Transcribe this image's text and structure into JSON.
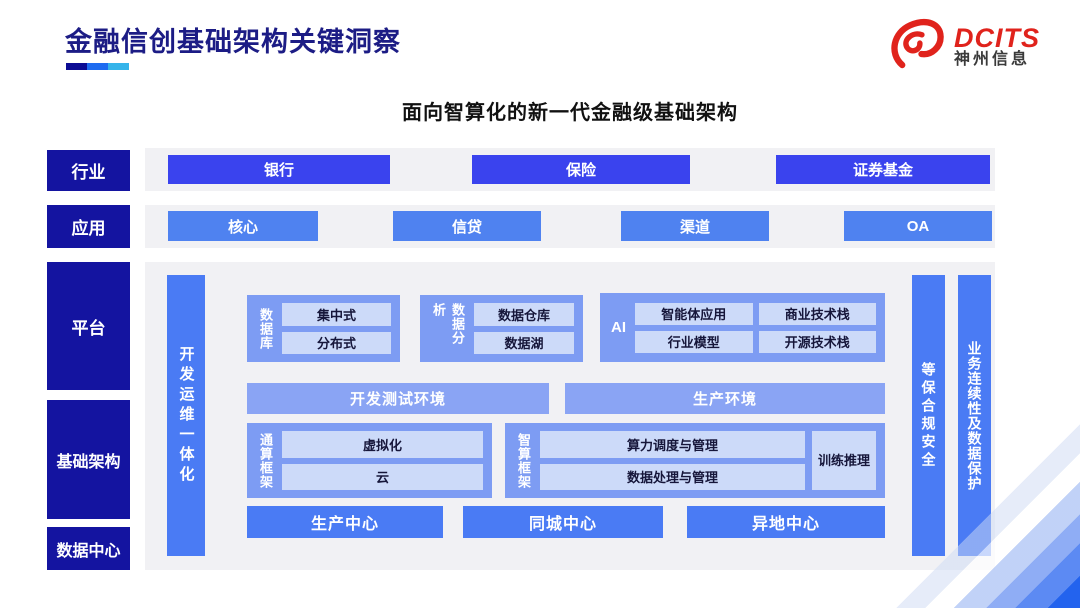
{
  "page": {
    "title": "金融信创基础架构关键洞察",
    "subtitle": "面向智算化的新一代金融级基础架构"
  },
  "logo": {
    "brand": "DCITS",
    "company": "神州信息"
  },
  "layers": {
    "industry": {
      "label": "行业",
      "items": [
        "银行",
        "保险",
        "证券基金"
      ]
    },
    "application": {
      "label": "应用",
      "items": [
        "核心",
        "信贷",
        "渠道",
        "OA"
      ]
    },
    "platform": {
      "label": "平台"
    },
    "infrastructure": {
      "label": "基础架构"
    },
    "datacenter": {
      "label": "数据中心"
    }
  },
  "pillars": {
    "left": "开发运维一体化",
    "right": [
      "等保合规安全",
      "业务连续性及数据保护"
    ]
  },
  "platform_groups": {
    "database": {
      "label": "数据库",
      "items": [
        "集中式",
        "分布式"
      ]
    },
    "analytics": {
      "label": "数据分析",
      "items": [
        "数据仓库",
        "数据湖"
      ]
    },
    "ai": {
      "label": "AI",
      "items": [
        "智能体应用",
        "商业技术栈",
        "行业模型",
        "开源技术栈"
      ]
    }
  },
  "environments": [
    "开发测试环境",
    "生产环境"
  ],
  "frameworks": {
    "general": {
      "label": "通算框架",
      "items": [
        "虚拟化",
        "云"
      ]
    },
    "intelligent": {
      "label": "智算框架",
      "items": [
        "算力调度与管理",
        "数据处理与管理"
      ],
      "side": "训练推理"
    }
  },
  "centers": [
    "生产中心",
    "同城中心",
    "异地中心"
  ],
  "colors": {
    "title_navy": "#1c1c85",
    "layer_label_navy": "#1414a0",
    "industry_button_blue": "#3a43ee",
    "application_button_blue": "#4f82f0",
    "pillar_blue": "#4a7bf4",
    "group_blue": "#7d9cf3",
    "chip_light_blue": "#ccdaf9",
    "env_bar_blue": "#8aa4f4",
    "strip_gray": "#f1f1f4",
    "logo_red": "#e0231c",
    "underline": [
      "#0c0c94",
      "#1e6bf0",
      "#35b4ea"
    ]
  }
}
